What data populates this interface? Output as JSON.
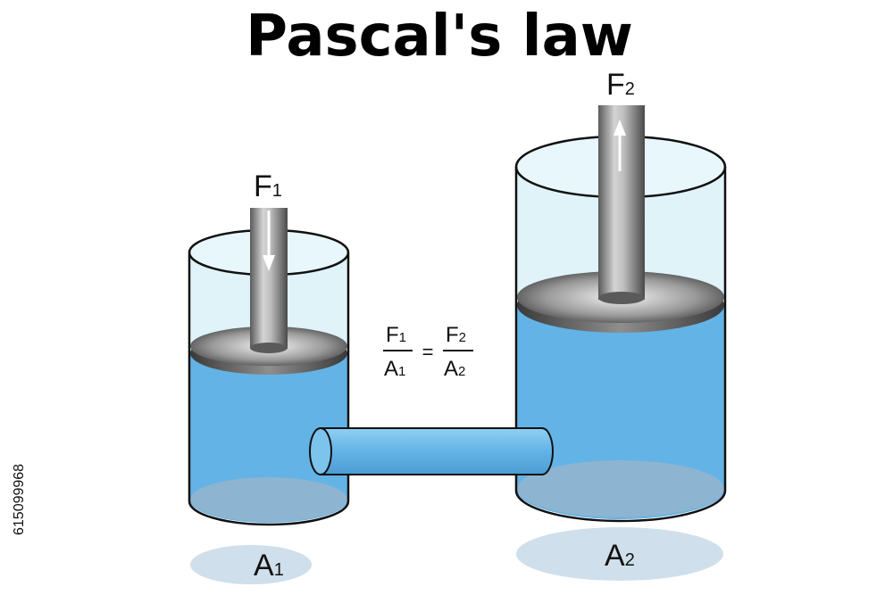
{
  "title": "Pascal's law",
  "labels": {
    "f1": {
      "base": "F",
      "sub": "1"
    },
    "f2": {
      "base": "F",
      "sub": "2"
    },
    "a1": {
      "base": "A",
      "sub": "1"
    },
    "a2": {
      "base": "A",
      "sub": "2"
    }
  },
  "formula": {
    "num_left": {
      "base": "F",
      "sub": "1"
    },
    "den_left": {
      "base": "A",
      "sub": "1"
    },
    "equals": "=",
    "num_right": {
      "base": "F",
      "sub": "2"
    },
    "den_right": {
      "base": "A",
      "sub": "2"
    }
  },
  "stock_id": "615099968",
  "colors": {
    "water": "#63b3e6",
    "water_bottom": "#7fa9c9",
    "glass": "#d9f2f8",
    "outline": "#111111",
    "shadow": "#c9dbe8"
  },
  "arrows": {
    "left": "down",
    "right": "up"
  }
}
